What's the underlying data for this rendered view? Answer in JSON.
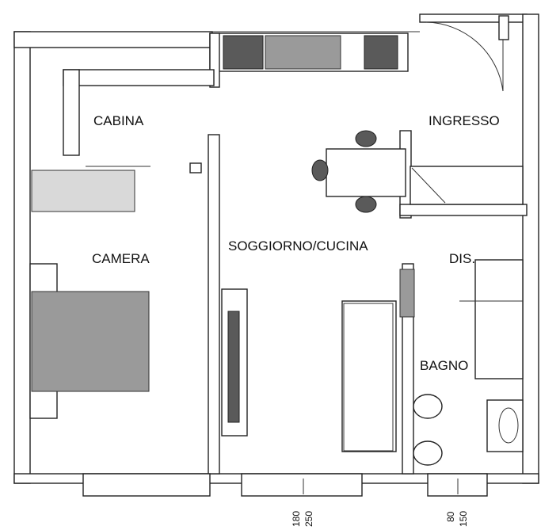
{
  "rooms": {
    "cabina": "CABINA",
    "ingresso": "INGRESSO",
    "camera": "CAMERA",
    "soggiorno": "SOGGIORNO/CUCINA",
    "dis": "DIS.",
    "bagno": "BAGNO"
  },
  "dimensions": {
    "window_center_height": "180",
    "window_center_width": "250",
    "window_bath_height": "80",
    "window_bath_width": "150"
  }
}
